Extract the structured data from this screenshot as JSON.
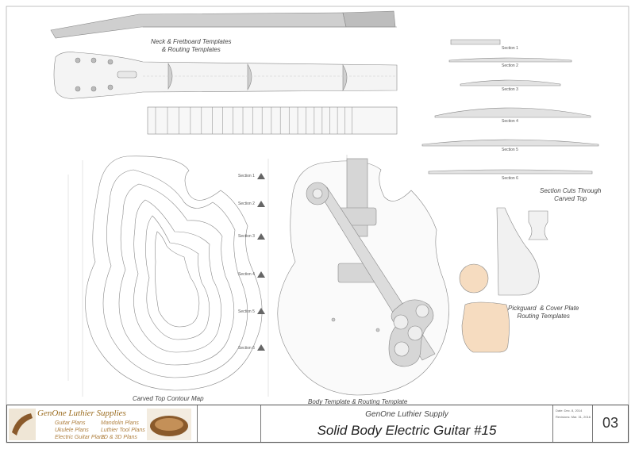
{
  "labels": {
    "neck_templates": "Neck & Fretboard Templates\n& Routing Templates",
    "section_cuts": "Section Cuts Through\nCarved Top",
    "carved_top": "Carved Top Contour Map",
    "body_template": "Body Template & Routing Template",
    "pickguard": "Pickguard  & Cover Plate\nRouting Templates"
  },
  "section_labels": [
    "Section 1",
    "Section 2",
    "Section 3",
    "Section 4",
    "Section 5",
    "Section 6"
  ],
  "marker_labels": [
    "Section 1",
    "Section 2",
    "Section 3",
    "Section 4",
    "Section 5",
    "Section 6"
  ],
  "titleblock": {
    "logo_name": "GenOne Luthier Supplies",
    "plans_left": [
      "Guitar Plans",
      "Ukulele Plans",
      "Electric Guitar Plans"
    ],
    "plans_right": [
      "Mandolin Plans",
      "Luthier Tool Plans",
      "2D & 3D Plans"
    ],
    "company": "GenOne Luthier Supply",
    "title": "Solid Body Electric Guitar #15",
    "date": "Date: Dec. 8, 2014",
    "revision": "Revisions: Mar. 31, 2016",
    "page": "03"
  },
  "colors": {
    "line": "#8a8a8a",
    "light": "#bbbbbb",
    "fill_gray": "#d9d9d9",
    "cover_plate": "#f6dcc0",
    "marker": "#666666"
  }
}
